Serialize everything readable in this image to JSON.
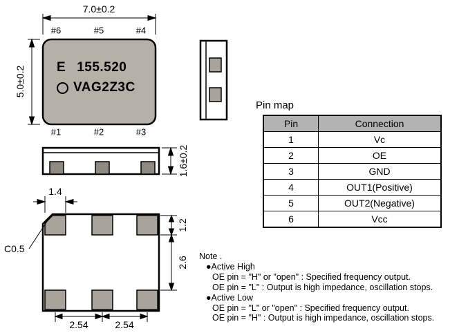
{
  "top_view": {
    "dim_width": "7.0±0.2",
    "dim_height": "5.0±0.2",
    "pin_labels_top": [
      "#6",
      "#5",
      "#4"
    ],
    "pin_labels_bottom": [
      "#1",
      "#2",
      "#3"
    ],
    "marking": {
      "prefix": "E",
      "frequency": "155.520",
      "code": "VAG2Z3C"
    }
  },
  "side_view": {
    "dim_thickness": "1.6±0.2"
  },
  "bottom_view": {
    "chamfer_label": "C0.5",
    "dim_pad_width": "1.4",
    "dim_pad_height": "1.2",
    "dim_row_gap": "2.6",
    "dim_pitch_left": "2.54",
    "dim_pitch_right": "2.54"
  },
  "pin_map": {
    "title": "Pin map",
    "headers": [
      "Pin",
      "Connection"
    ],
    "rows": [
      {
        "pin": "1",
        "connection": "Vc"
      },
      {
        "pin": "2",
        "connection": "OE"
      },
      {
        "pin": "3",
        "connection": "GND"
      },
      {
        "pin": "4",
        "connection": "OUT1(Positive)"
      },
      {
        "pin": "5",
        "connection": "OUT2(Negative)"
      },
      {
        "pin": "6",
        "connection": "Vcc"
      }
    ]
  },
  "note": {
    "title": "Note .",
    "items": [
      {
        "label": "●Active High",
        "lines": [
          "OE pin = \"H\" or \"open\" : Specified frequency output.",
          "OE pin = \"L\" : Output is high impedance, oscillation stops."
        ]
      },
      {
        "label": "●Active Low",
        "lines": [
          "OE pin = \"L\" or \"open\" : Specified frequency output.",
          "OE pin = \"H\" : Output is high impedance, oscillation stops."
        ]
      }
    ]
  },
  "colors": {
    "package_fill": "#b5b0a8",
    "pad_fill": "#a8a39b",
    "pad_dark_fill": "#8f8a82",
    "table_header_fill": "#b3b3b3",
    "line": "#000000"
  }
}
